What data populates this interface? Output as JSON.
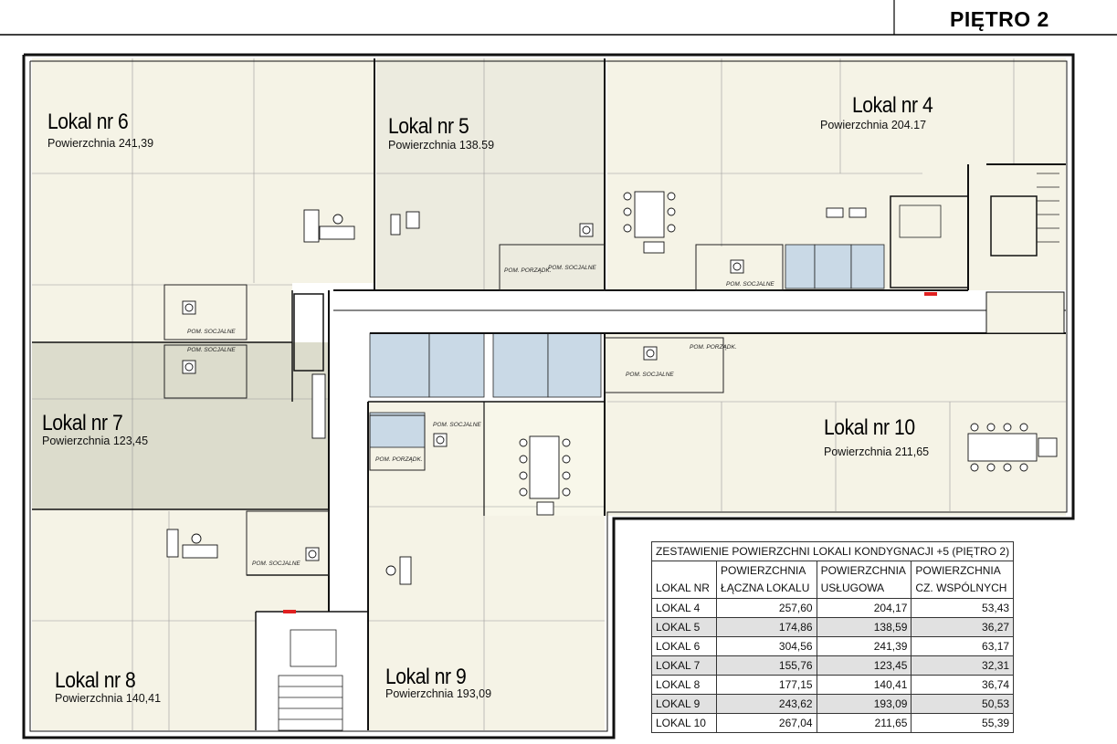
{
  "floor_title": "PIĘTRO 2",
  "area_prefix": "Powierzchnia",
  "units": [
    {
      "id": "lokal-6",
      "name": "Lokal nr 6",
      "area": "241,39"
    },
    {
      "id": "lokal-5",
      "name": "Lokal nr 5",
      "area": "138.59"
    },
    {
      "id": "lokal-4",
      "name": "Lokal nr 4",
      "area": "204.17"
    },
    {
      "id": "lokal-7",
      "name": "Lokal nr 7",
      "area": "123,45"
    },
    {
      "id": "lokal-10",
      "name": "Lokal nr 10",
      "area": "211,65"
    },
    {
      "id": "lokal-8",
      "name": "Lokal nr 8",
      "area": "140,41"
    },
    {
      "id": "lokal-9",
      "name": "Lokal nr 9",
      "area": "193,09"
    }
  ],
  "room_labels": {
    "pom_porzadk": "POM. PORZĄDK.",
    "pom_socjalne": "POM. SOCJALNE",
    "pom_porzadk_short": "POM. PORZĄDK.",
    "pom_socjalne_short": "POM. SOCJALNE"
  },
  "summary_table": {
    "caption": "ZESTAWIENIE POWIERZCHNI LOKALI KONDYGNACJI +5 (PIĘTRO 2)",
    "headers": [
      {
        "line1": "",
        "line2": "LOKAL NR"
      },
      {
        "line1": "POWIERZCHNIA",
        "line2": "ŁĄCZNA LOKALU"
      },
      {
        "line1": "POWIERZCHNIA",
        "line2": "USŁUGOWA"
      },
      {
        "line1": "POWIERZCHNIA",
        "line2": "CZ. WSPÓLNYCH"
      }
    ],
    "rows": [
      {
        "lokal": "LOKAL 4",
        "laczna": "257,60",
        "uslugowa": "204,17",
        "wspolne": "53,43"
      },
      {
        "lokal": "LOKAL 5",
        "laczna": "174,86",
        "uslugowa": "138,59",
        "wspolne": "36,27"
      },
      {
        "lokal": "LOKAL 6",
        "laczna": "304,56",
        "uslugowa": "241,39",
        "wspolne": "63,17"
      },
      {
        "lokal": "LOKAL 7",
        "laczna": "155,76",
        "uslugowa": "123,45",
        "wspolne": "32,31"
      },
      {
        "lokal": "LOKAL 8",
        "laczna": "177,15",
        "uslugowa": "140,41",
        "wspolne": "36,74"
      },
      {
        "lokal": "LOKAL 9",
        "laczna": "243,62",
        "uslugowa": "193,09",
        "wspolne": "50,53"
      },
      {
        "lokal": "LOKAL 10",
        "laczna": "267,04",
        "uslugowa": "211,65",
        "wspolne": "55,39"
      }
    ]
  },
  "colors": {
    "unit_fill_light": "#f5f3e6",
    "unit_fill_mid": "#eceade",
    "unit_fill_dark": "#dcdccc",
    "wet_room_fill": "#c9d9e6",
    "wall": "#111111",
    "grid": "#9a9a9a",
    "table_alt_row": "#e1e1e1"
  }
}
